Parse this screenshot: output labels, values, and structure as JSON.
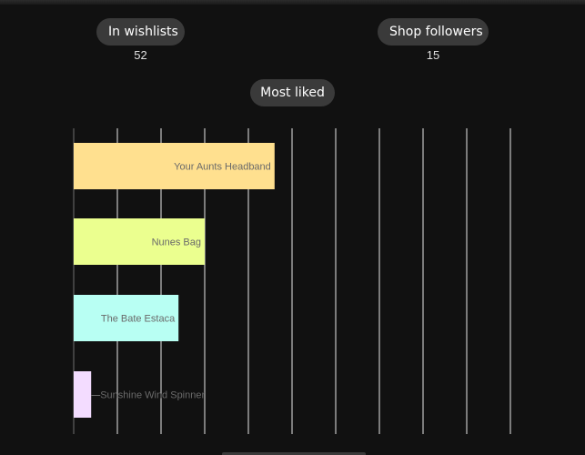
{
  "stats": {
    "wishlists_label": "In wishlists",
    "wishlists_value": "52",
    "followers_label": "Shop followers",
    "followers_value": "15"
  },
  "section": {
    "title": "Most liked"
  },
  "chart_data": {
    "type": "bar",
    "orientation": "horizontal",
    "categories": [
      "Your Aunts Headband",
      "Nunes Bag",
      "The Bate Estaca",
      "Sunshine Wind Spinner"
    ],
    "values": [
      23,
      15,
      12,
      2
    ],
    "colors": [
      "#ffe08f",
      "#ebff8f",
      "#b8fff3",
      "#f3dcff"
    ],
    "xlim": [
      0,
      50
    ],
    "grid": true,
    "gridline_color": "#ffffff",
    "label_color": "#6a6a6a"
  }
}
